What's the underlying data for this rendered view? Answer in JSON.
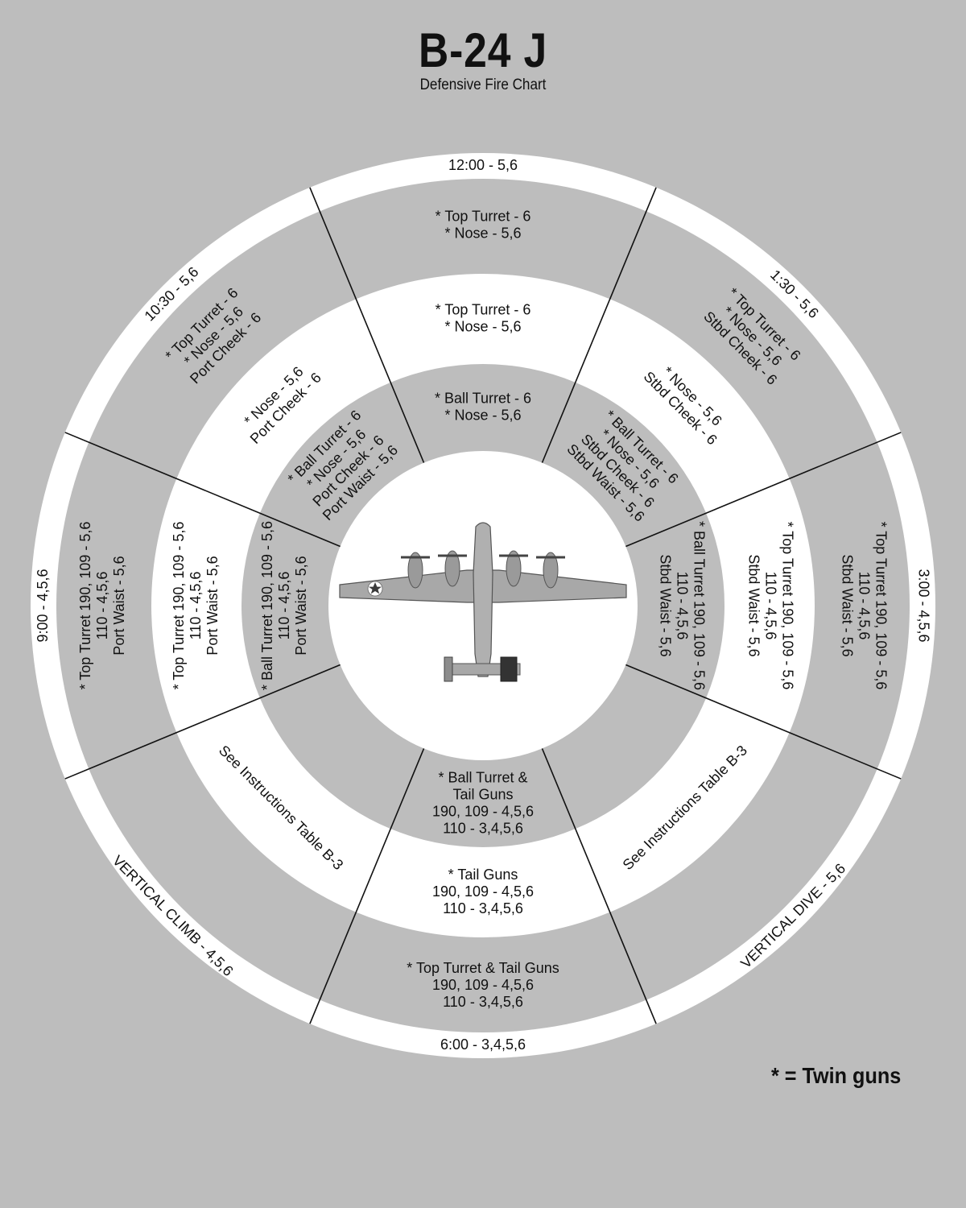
{
  "title": "B-24 J",
  "subtitle": "Defensive Fire Chart",
  "legend_note": "* = Twin guns",
  "colors": {
    "background": "#bdbdbd",
    "white_band": "#ffffff",
    "line": "#111111"
  },
  "icons": [
    "b24-bomber-icon",
    "star-insignia-icon"
  ],
  "sectors": [
    {
      "id": "12",
      "outer_label": "12:00 - 5,6",
      "rings": [
        [
          "* Top Turret - 6",
          "* Nose - 5,6"
        ],
        [
          "* Top Turret - 6",
          "* Nose - 5,6"
        ],
        [
          "* Ball Turret - 6",
          "* Nose - 5,6"
        ]
      ]
    },
    {
      "id": "1-30",
      "outer_label": "1:30 - 5,6",
      "rings": [
        [
          "* Top Turret - 6",
          "* Nose - 5,6",
          "Stbd Cheek - 6"
        ],
        [
          "* Nose - 5,6",
          "Stbd Cheek - 6"
        ],
        [
          "* Ball Turret - 6",
          "* Nose - 5,6",
          "Stbd Cheek - 6",
          "Stbd Waist - 5,6"
        ]
      ]
    },
    {
      "id": "3",
      "outer_label": "3:00 - 4,5,6",
      "rings": [
        [
          "* Top Turret 190, 109 - 5,6",
          "110 - 4,5,6",
          "Stbd Waist - 5,6"
        ],
        [
          "* Top Turret 190, 109 - 5,6",
          "110 - 4,5,6",
          "Stbd Waist - 5,6"
        ],
        [
          "* Ball Turret 190, 109 - 5,6",
          "110 - 4,5,6",
          "Stbd Waist - 5,6"
        ]
      ]
    },
    {
      "id": "vdive",
      "outer_label": "VERTICAL DIVE - 5,6",
      "rings": [
        [],
        [
          "See Instructions Table B-3"
        ],
        []
      ]
    },
    {
      "id": "6",
      "outer_label": "6:00 - 3,4,5,6",
      "rings": [
        [
          "* Top Turret & Tail Guns",
          "190, 109 - 4,5,6",
          "110 - 3,4,5,6"
        ],
        [
          "* Tail Guns",
          "190, 109 - 4,5,6",
          "110 - 3,4,5,6"
        ],
        [
          "* Ball Turret &",
          "Tail Guns",
          "190, 109 - 4,5,6",
          "110 - 3,4,5,6"
        ]
      ]
    },
    {
      "id": "vclimb",
      "outer_label": "VERTICAL CLIMB - 4,5,6",
      "rings": [
        [],
        [
          "See Instructions Table B-3"
        ],
        []
      ]
    },
    {
      "id": "9",
      "outer_label": "9:00 - 4,5,6",
      "rings": [
        [
          "* Top Turret 190, 109 - 5,6",
          "110 - 4,5,6",
          "Port Waist - 5,6"
        ],
        [
          "* Top Turret 190, 109 - 5,6",
          "110 - 4,5,6",
          "Port Waist - 5,6"
        ],
        [
          "* Ball Turret 190, 109 - 5,6",
          "110 - 4,5,6",
          "Port Waist - 5,6"
        ]
      ]
    },
    {
      "id": "10-30",
      "outer_label": "10:30 - 5,6",
      "rings": [
        [
          "* Top Turret - 6",
          "* Nose - 5,6",
          "Port Cheek - 6"
        ],
        [
          "* Nose - 5,6",
          "Port Cheek - 6"
        ],
        [
          "* Ball Turret - 6",
          "* Nose - 5,6",
          "Port Cheek - 6",
          "Port Waist - 5,6"
        ]
      ]
    }
  ]
}
